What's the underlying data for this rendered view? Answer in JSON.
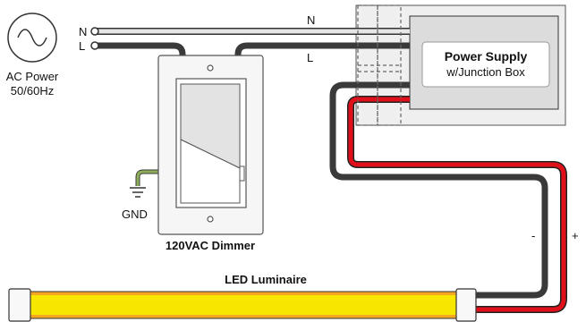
{
  "ac_source": {
    "label_line1": "AC Power",
    "label_line2": "50/60Hz",
    "terminal_n": "N",
    "terminal_l": "L"
  },
  "wires": {
    "neutral_label": "N",
    "line_label": "L",
    "minus_label": "-",
    "plus_label": "+"
  },
  "ground": {
    "label": "GND"
  },
  "dimmer": {
    "label": "120VAC Dimmer"
  },
  "power_supply": {
    "title": "Power Supply",
    "subtitle": "w/Junction Box"
  },
  "luminaire": {
    "label": "LED Luminaire"
  },
  "colors": {
    "wire_dark": "#3a3a3a",
    "wire_light": "#e6e6e6",
    "wire_red": "#e0101a",
    "ground_green": "#8fae5a",
    "led_yellow": "#f7e600",
    "led_orange": "#f5a623",
    "panel_gray": "#ececec"
  }
}
